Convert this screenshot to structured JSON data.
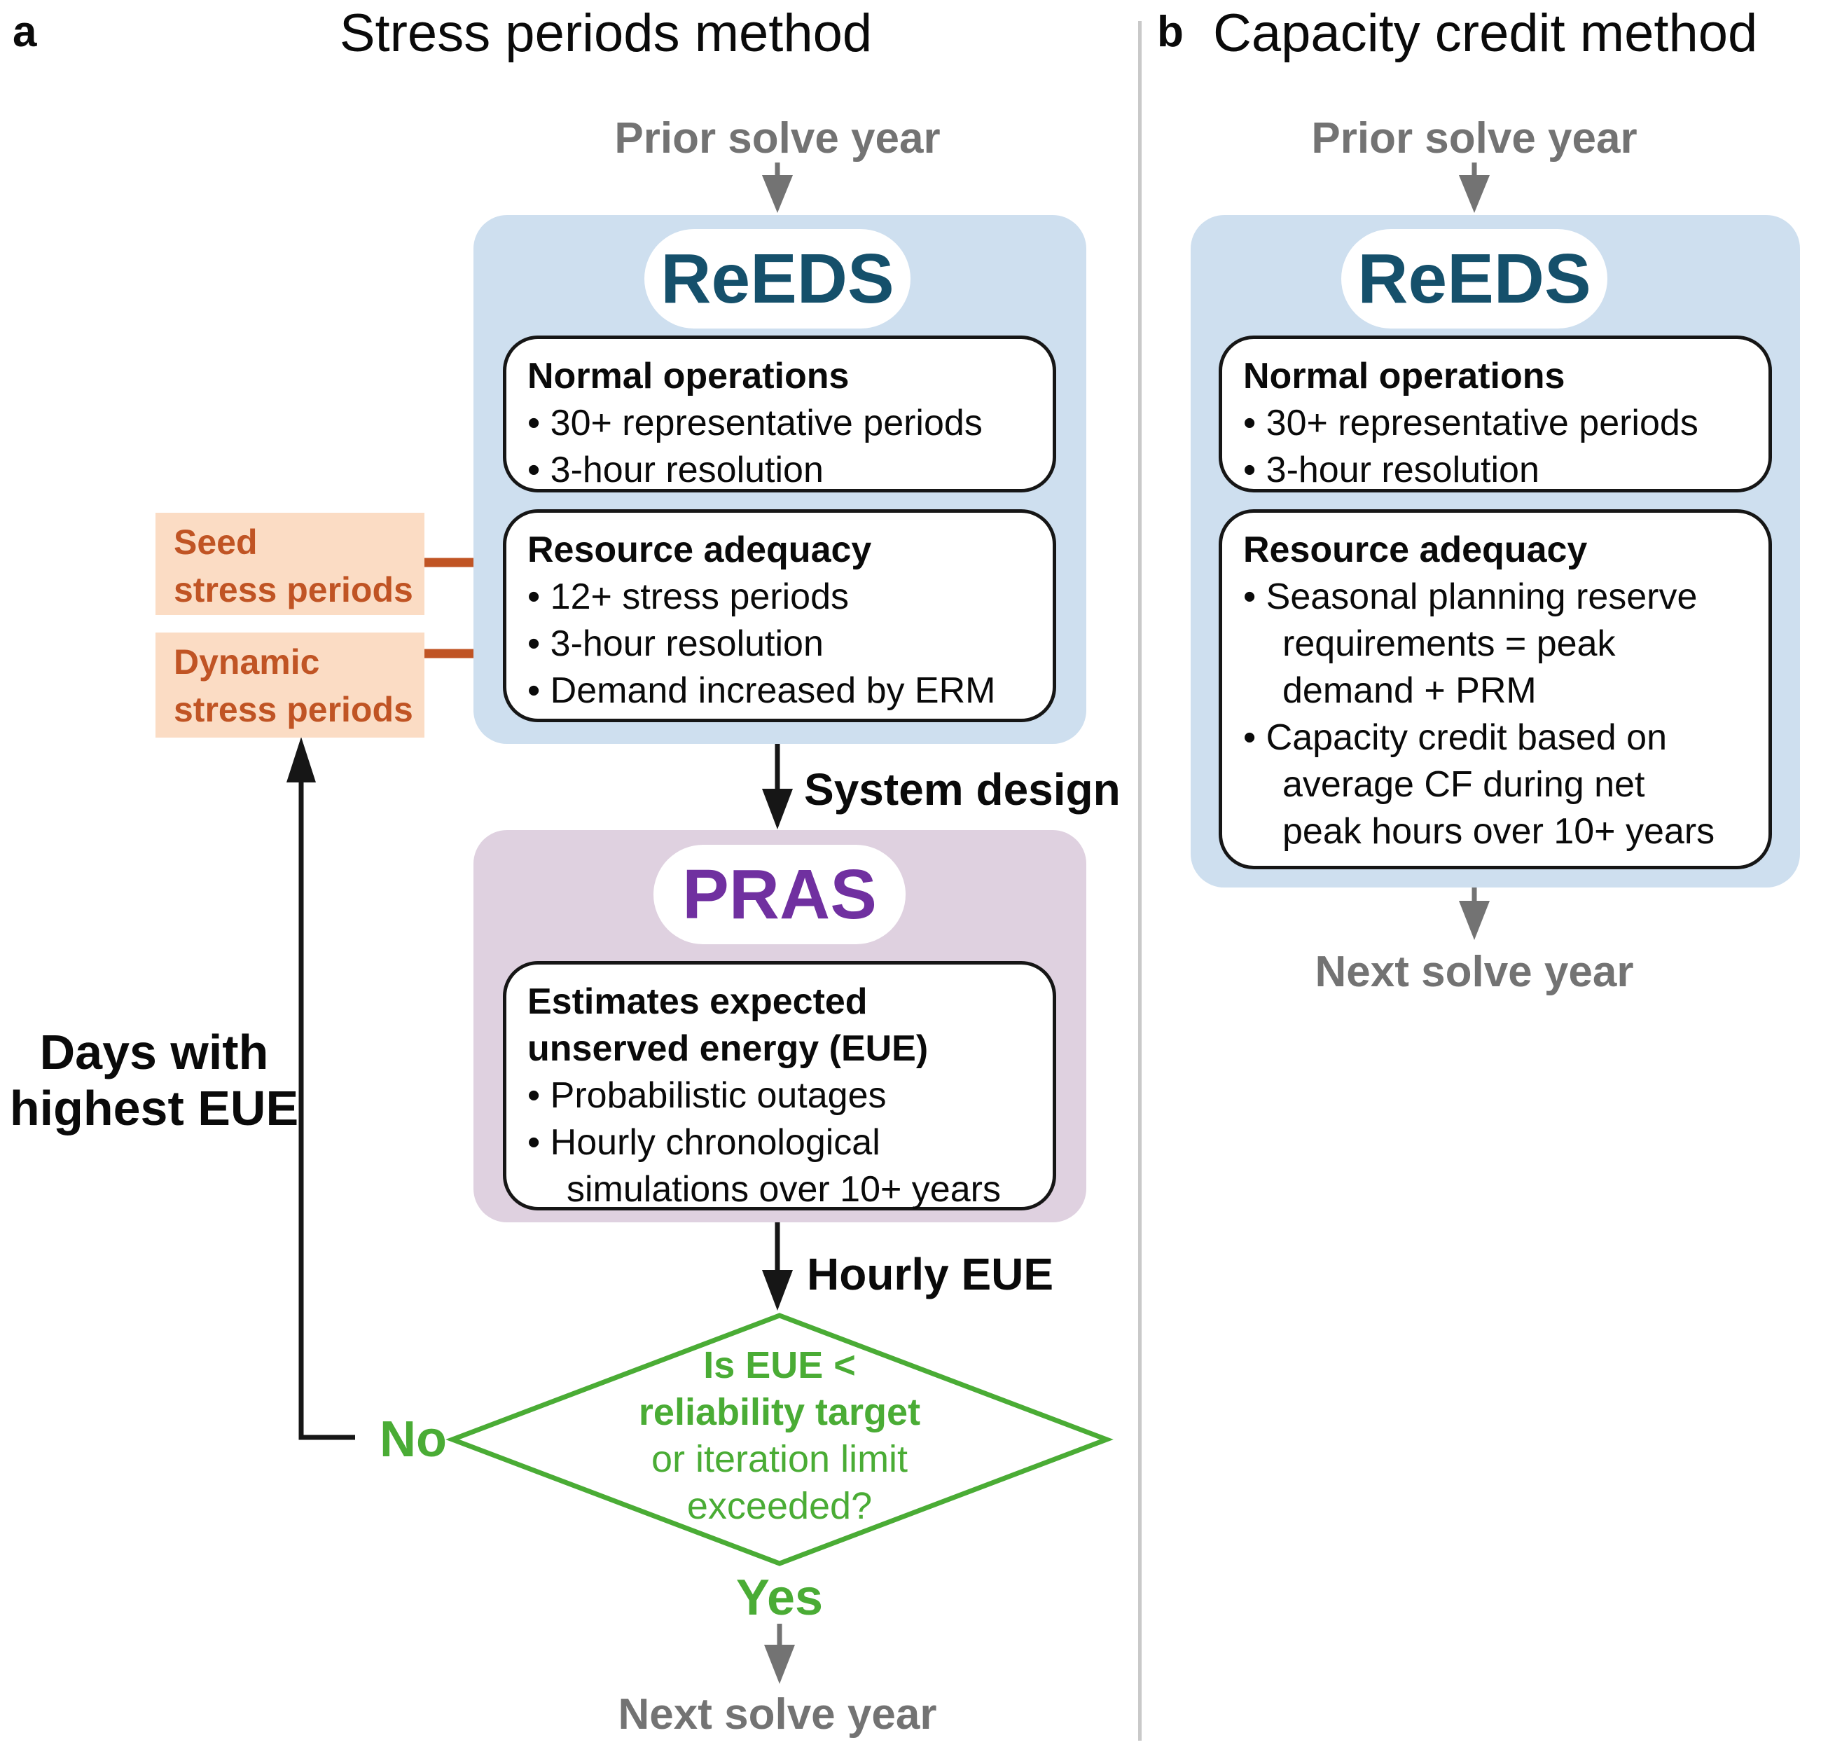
{
  "colors": {
    "blue_fill": "#CEDFEF",
    "teal": "#15506B",
    "purple_fill": "#DFD1E0",
    "purple": "#7030A0",
    "orange_fill": "#FBDCC4",
    "orange": "#C05424",
    "green": "#4AAC35",
    "gray": "#737373"
  },
  "panel_a": {
    "label": "a",
    "title": "Stress periods method",
    "prior_label": "Prior solve year",
    "reeds_label": "ReEDS",
    "normal_ops": {
      "title": "Normal operations",
      "bullets": [
        "• 30+ representative periods",
        "• 3-hour resolution"
      ]
    },
    "resource_adequacy": {
      "title": "Resource adequacy",
      "bullets": [
        "• 12+ stress periods",
        "• 3-hour resolution",
        "• Demand increased by ERM"
      ]
    },
    "seed_box_label": "Seed\nstress periods",
    "dynamic_box_label": "Dynamic\nstress periods",
    "system_design_label": "System design",
    "pras_label": "PRAS",
    "pras_box": {
      "title": "Estimates expected\nunserved energy (EUE)",
      "bullets": [
        "• Probabilistic outages",
        "• Hourly chronological\nsimulations over 10+ years"
      ]
    },
    "hourly_eue_label": "Hourly EUE",
    "decision": {
      "line_bold": "Is EUE <\nreliability target",
      "line_regular": "or iteration limit\nexceeded?"
    },
    "no_label": "No",
    "yes_label": "Yes",
    "feedback_label": "Days with\nhighest EUE",
    "next_label": "Next solve year"
  },
  "panel_b": {
    "label": "b",
    "title": "Capacity credit method",
    "prior_label": "Prior solve year",
    "reeds_label": "ReEDS",
    "normal_ops": {
      "title": "Normal operations",
      "bullets": [
        "• 30+ representative periods",
        "• 3-hour resolution"
      ]
    },
    "resource_adequacy": {
      "title": "Resource adequacy",
      "bullets": [
        "• Seasonal planning reserve\nrequirements = peak\ndemand + PRM",
        "• Capacity credit based on\naverage CF during net\npeak hours over 10+ years"
      ]
    },
    "next_label": "Next solve year"
  }
}
